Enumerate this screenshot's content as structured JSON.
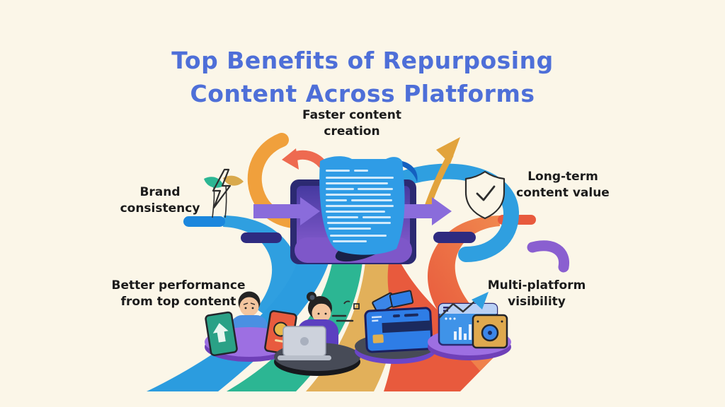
{
  "title": {
    "line1": "Top Benefits of Repurposing",
    "line2": "Content Across Platforms"
  },
  "benefits": {
    "faster": {
      "label": "Faster content creation"
    },
    "brand": {
      "label": "Brand consistency"
    },
    "long_term": {
      "label": "Long-term content value"
    },
    "performance": {
      "label": "Better performance from top content"
    },
    "visibility": {
      "label": "Multi-platform visibility"
    }
  },
  "icons": {
    "brand": "lightning-icon",
    "brand_extra": "leaves-icon",
    "long_term": "shield-check-icon",
    "faster": "content-scroll-icon",
    "growth": "gold-up-arrow-icon",
    "visibility": "trend-zigzag-arrow-icon",
    "center": "monitor-with-scroll-illustration"
  },
  "colors": {
    "background": "#FBF6E8",
    "title_text": "#4E6FD8",
    "label_text": "#1B1B1B",
    "band_blue": "#2B9CDF",
    "band_teal": "#2CB693",
    "band_yellow": "#E2B05A",
    "band_red": "#E85A3D",
    "ribbon_blue": "#2F9FE0",
    "ribbon_orange": "#F0884E",
    "pill_navy": "#2E2B80",
    "pill_blue": "#1B87DD",
    "arrow_purple": "#8A6CDB",
    "arrow_gold": "#E2A33C",
    "arrow_red": "#EE6A50",
    "swirl_orange": "#F0A03C",
    "curl_purple": "#8A5FD0",
    "scroll_blue": "#2F9CE6",
    "scroll_fold": "#1460C0",
    "scroll_text": "#DFF1FD",
    "roll_purple": "#7E57C9",
    "roll_dark": "#1A2147",
    "monitor_frame": "#2C2A72",
    "screen_purple_1": "#463AA0",
    "screen_purple_2": "#8B5ED2",
    "platform_purple": "#9D6FE2",
    "platform_purple_rim": "#6F40B8",
    "platform_dark": "#474B57",
    "platform_dark_rim": "#17181D",
    "platform_rim_violet": "#6B46C8",
    "skin": "#F3C59E",
    "hair_dark": "#232323",
    "shirt_blue": "#4A90E2",
    "sweater_purple": "#5B3FC0",
    "card_teal": "#2AA186",
    "card_red": "#E85B3E",
    "coin_gold": "#E8B84B",
    "device_blue": "#2E7DE6",
    "device_stripe": "#1B2A5E",
    "chip_gold": "#E0B050",
    "browser_blue": "#3F93E8",
    "browser_bar": "#B9D0F5",
    "browser_tab": "#C9B8F0",
    "box_gold": "#DFA94E",
    "leaf_gold": "#D9A94C",
    "laptop_gray": "#CDD2DC",
    "laptop_base": "#B9BFCA",
    "outline_dark": "#2D2D2D"
  }
}
